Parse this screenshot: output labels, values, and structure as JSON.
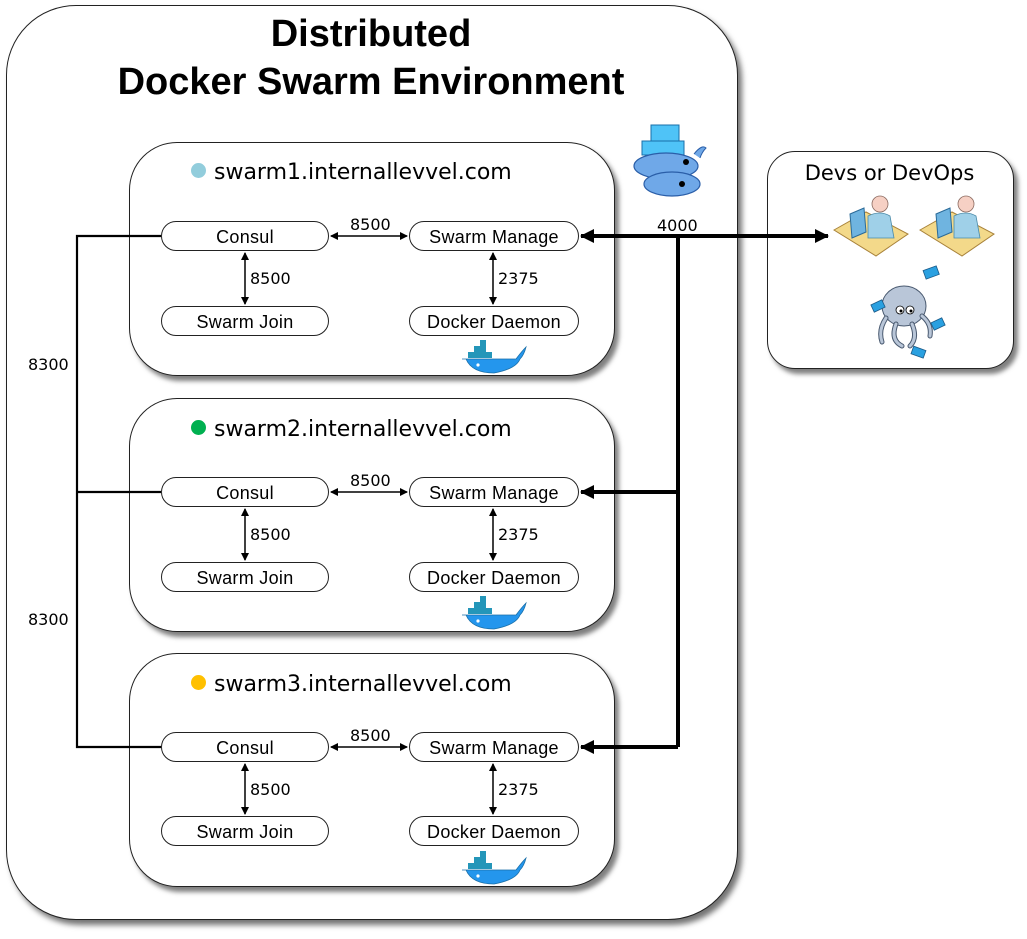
{
  "diagram": {
    "title_line1": "Distributed",
    "title_line2": "Docker Swarm Environment",
    "hosts": [
      {
        "name": "swarm1.internallevvel.com",
        "status_color": "#92cddc",
        "consul": "Consul",
        "swarm_manage": "Swarm Manage",
        "swarm_join": "Swarm Join",
        "docker_daemon": "Docker Daemon",
        "port_consul_manage": "8500",
        "port_consul_join": "8500",
        "port_manage_daemon": "2375"
      },
      {
        "name": "swarm2.internallevvel.com",
        "status_color": "#00b050",
        "consul": "Consul",
        "swarm_manage": "Swarm Manage",
        "swarm_join": "Swarm Join",
        "docker_daemon": "Docker Daemon",
        "port_consul_manage": "8500",
        "port_consul_join": "8500",
        "port_manage_daemon": "2375"
      },
      {
        "name": "swarm3.internallevvel.com",
        "status_color": "#ffc000",
        "consul": "Consul",
        "swarm_manage": "Swarm Manage",
        "swarm_join": "Swarm Join",
        "docker_daemon": "Docker Daemon",
        "port_consul_manage": "8500",
        "port_consul_join": "8500",
        "port_manage_daemon": "2375"
      }
    ],
    "consul_cluster_ports": [
      "8300",
      "8300"
    ],
    "swarm_api_port": "4000",
    "clients": {
      "title": "Devs or DevOps",
      "icons": [
        "developer-workstation-icon",
        "developer-workstation-icon",
        "docker-compose-octopus-icon"
      ]
    },
    "icons": {
      "swarm_logo": "docker-swarm-whales-icon",
      "docker_logo": "docker-whale-icon"
    }
  }
}
